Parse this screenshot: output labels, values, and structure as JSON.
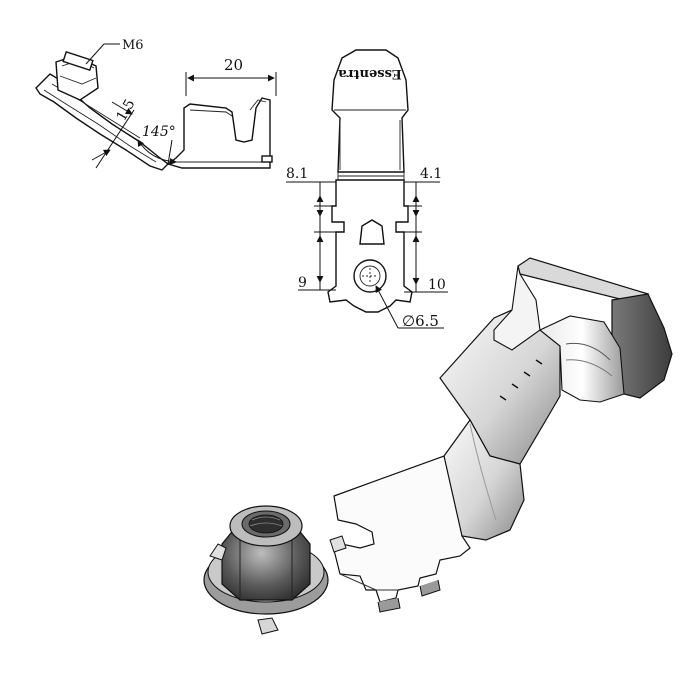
{
  "drawing": {
    "side_view": {
      "thread_label": "M6",
      "thickness_label": "1.5",
      "angle_label": "145°",
      "length_label": "20"
    },
    "top_view": {
      "marking_text": "Essentra",
      "dim_left_upper": "8.1",
      "dim_right_upper": "4.1",
      "dim_left_lower": "9",
      "dim_right_lower": "10",
      "hole_diameter": "∅6.5"
    },
    "render_3d": {
      "colors": {
        "metal_light": "#f2f2f2",
        "metal_mid": "#bdbdbd",
        "metal_dark": "#5a5a5a",
        "nut_dark": "#3a3a3a",
        "outline": "#111111"
      }
    }
  }
}
